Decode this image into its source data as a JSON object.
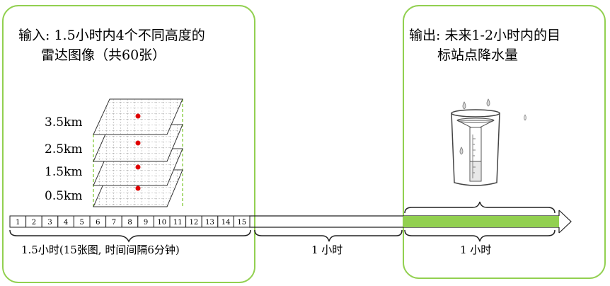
{
  "input_panel": {
    "title_line1": "输入: 1.5小时内4个不同高度的",
    "title_line2": "雷达图像（共60张）",
    "altitudes": [
      "3.5km",
      "2.5km",
      "1.5km",
      "0.5km"
    ]
  },
  "output_panel": {
    "title_line1": "输出: 未来1-2小时内的目",
    "title_line2": "标站点降水量"
  },
  "timeline": {
    "frames": [
      "1",
      "2",
      "3",
      "4",
      "5",
      "6",
      "7",
      "8",
      "9",
      "10",
      "11",
      "12",
      "13",
      "14",
      "15"
    ],
    "span_input_label": "1.5小时(15张图, 时间间隔6分钟)",
    "span_gap_label": "1 小时",
    "span_output_label": "1 小时"
  },
  "colors": {
    "panel_border": "#92d050",
    "prediction_bar": "#92d050",
    "radar_station_dot": "#e00000",
    "grid_line": "#555555"
  },
  "icons": [
    "radar-layer-stack",
    "rain-gauge-icon",
    "raindrop-icon"
  ]
}
